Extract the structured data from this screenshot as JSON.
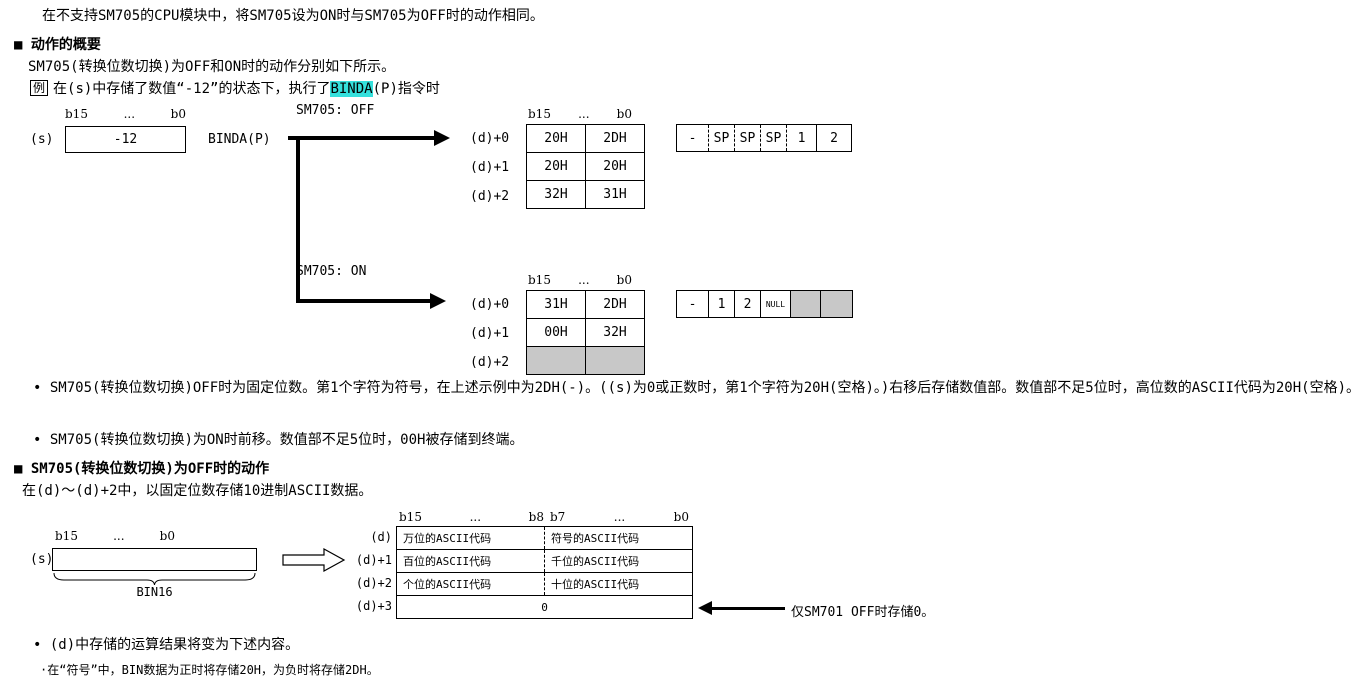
{
  "colors": {
    "highlight": "#35E0DC",
    "gray_cell": "#C8C8C8"
  },
  "intro": "在不支持SM705的CPU模块中，将SM705设为ON时与SM705为OFF时的动作相同。",
  "overview": {
    "title": "■ 动作的概要",
    "subtitle": "SM705(转换位数切换)为OFF和ON时的动作分别如下所示。",
    "example": {
      "badge": "例",
      "pre": "在(s)中存储了数值“-12”的状态下，执行了",
      "highlight": "BINDA",
      "post": "(P)指令时"
    }
  },
  "diagram1": {
    "source": {
      "bit_high": "b15",
      "bit_dots": "...",
      "bit_low": "b0",
      "reg_label": "(s)",
      "value": "-12",
      "instruction": "BINDA(P)"
    },
    "off": {
      "label": "SM705: OFF",
      "bit_high": "b15",
      "bit_dots": "...",
      "bit_low": "b0",
      "rows": [
        {
          "label": "(d)+0",
          "high": "20H",
          "low": "2DH"
        },
        {
          "label": "(d)+1",
          "high": "20H",
          "low": "20H"
        },
        {
          "label": "(d)+2",
          "high": "32H",
          "low": "31H"
        }
      ],
      "ascii": [
        "-",
        "SP",
        "SP",
        "SP",
        "1",
        "2"
      ]
    },
    "on": {
      "label": "SM705: ON",
      "bit_high": "b15",
      "bit_dots": "...",
      "bit_low": "b0",
      "rows": [
        {
          "label": "(d)+0",
          "high": "31H",
          "low": "2DH"
        },
        {
          "label": "(d)+1",
          "high": "00H",
          "low": "32H"
        },
        {
          "label": "(d)+2",
          "high": "",
          "low": ""
        }
      ],
      "ascii": [
        "-",
        "1",
        "2",
        "NULL",
        "",
        ""
      ]
    }
  },
  "notes1": [
    {
      "marker": "•",
      "text": "SM705(转换位数切换)OFF时为固定位数。第1个字符为符号，在上述示例中为2DH(-)。((s)为0或正数时，第1个字符为20H(空格)。)右移后存储数值部。数值部不足5位时，高位数的ASCII代码为20H(空格)。"
    },
    {
      "marker": "•",
      "text": "SM705(转换位数切换)为ON时前移。数值部不足5位时，00H被存储到终端。"
    }
  ],
  "off_action": {
    "title": "■ SM705(转换位数切换)为OFF时的动作",
    "subtitle": "在(d)～(d)+2中，以固定位数存储10进制ASCII数据。",
    "diagram": {
      "src_bit_high": "b15",
      "src_bit_dots": "...",
      "src_bit_low": "b0",
      "src_label": "(s)",
      "src_caption": "BIN16",
      "bits": [
        "b15",
        "...",
        "b8",
        "b7",
        "...",
        "b0"
      ],
      "rows": [
        {
          "label": "(d)",
          "high": "万位的ASCII代码",
          "low": "符号的ASCII代码"
        },
        {
          "label": "(d)+1",
          "high": "百位的ASCII代码",
          "low": "千位的ASCII代码"
        },
        {
          "label": "(d)+2",
          "high": "个位的ASCII代码",
          "low": "十位的ASCII代码"
        }
      ],
      "span_row": {
        "label": "(d)+3",
        "value": "0"
      },
      "note": "仅SM701 OFF时存储0。"
    },
    "notes": [
      {
        "marker": "•",
        "text": "(d)中存储的运算结果将变为下述内容。"
      },
      {
        "marker": "·",
        "text": "在“符号”中，BIN数据为正时将存储20H，为负时将存储2DH。"
      }
    ]
  }
}
